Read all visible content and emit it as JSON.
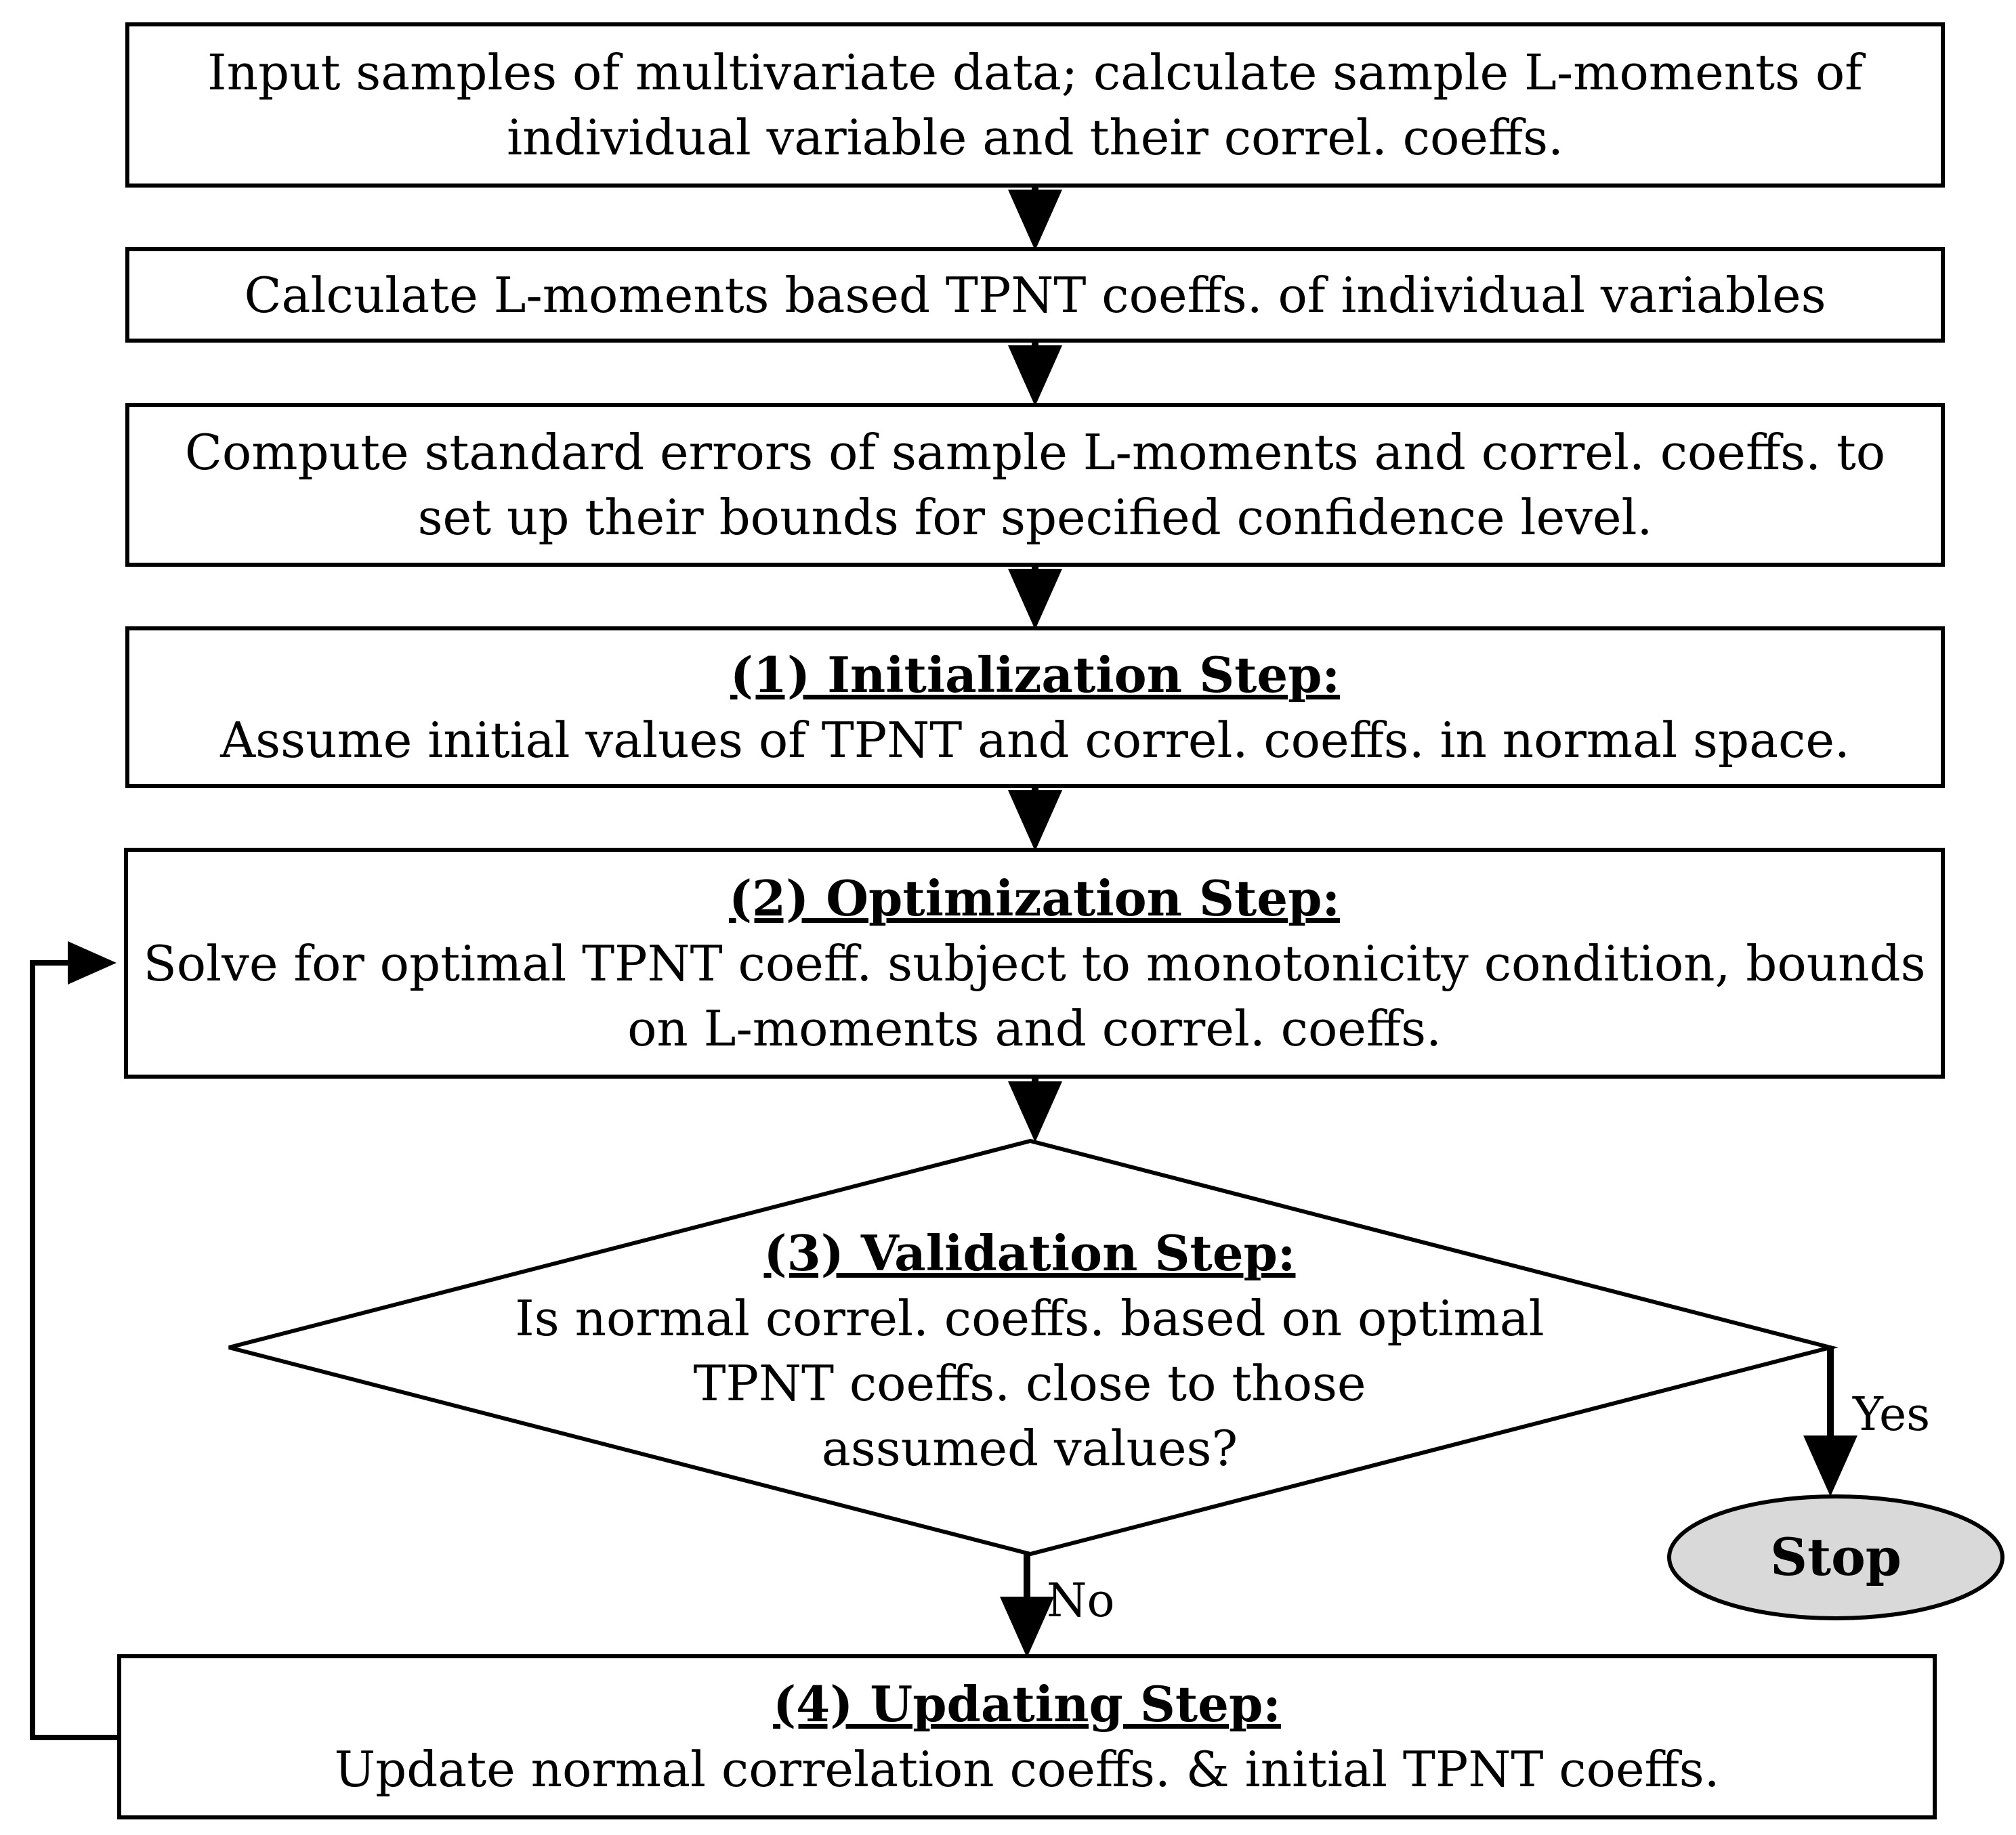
{
  "nodes": {
    "input": {
      "lines": [
        "Input samples of multivariate data; calculate sample L-moments of",
        "individual variable and their correl. coeffs."
      ]
    },
    "tpnt": {
      "lines": [
        "Calculate L-moments based TPNT coeffs. of individual variables"
      ]
    },
    "errors": {
      "lines": [
        "Compute standard errors of sample L-moments and correl. coeffs. to",
        "set up their bounds for specified confidence level."
      ]
    },
    "init": {
      "title": "(1) Initialization Step:",
      "lines": [
        "Assume initial values of TPNT and correl. coeffs. in normal space."
      ]
    },
    "optim": {
      "title": "(2) Optimization Step:",
      "lines": [
        "Solve for optimal TPNT coeff. subject to monotonicity condition, bounds",
        "on L-moments and correl. coeffs."
      ]
    },
    "valid": {
      "title": "(3) Validation Step:",
      "lines": [
        "Is normal correl. coeffs. based on optimal",
        "TPNT coeffs. close to those",
        "assumed values?"
      ]
    },
    "update": {
      "title": "(4) Updating Step:",
      "lines": [
        "Update normal correlation coeffs. & initial TPNT coeffs."
      ]
    },
    "stop": {
      "label": "Stop"
    }
  },
  "edges": {
    "yes_label": "Yes",
    "no_label": "No"
  },
  "colors": {
    "stroke": "#000000",
    "box_fill": "#ffffff",
    "stop_fill": "#d9d9d9"
  }
}
